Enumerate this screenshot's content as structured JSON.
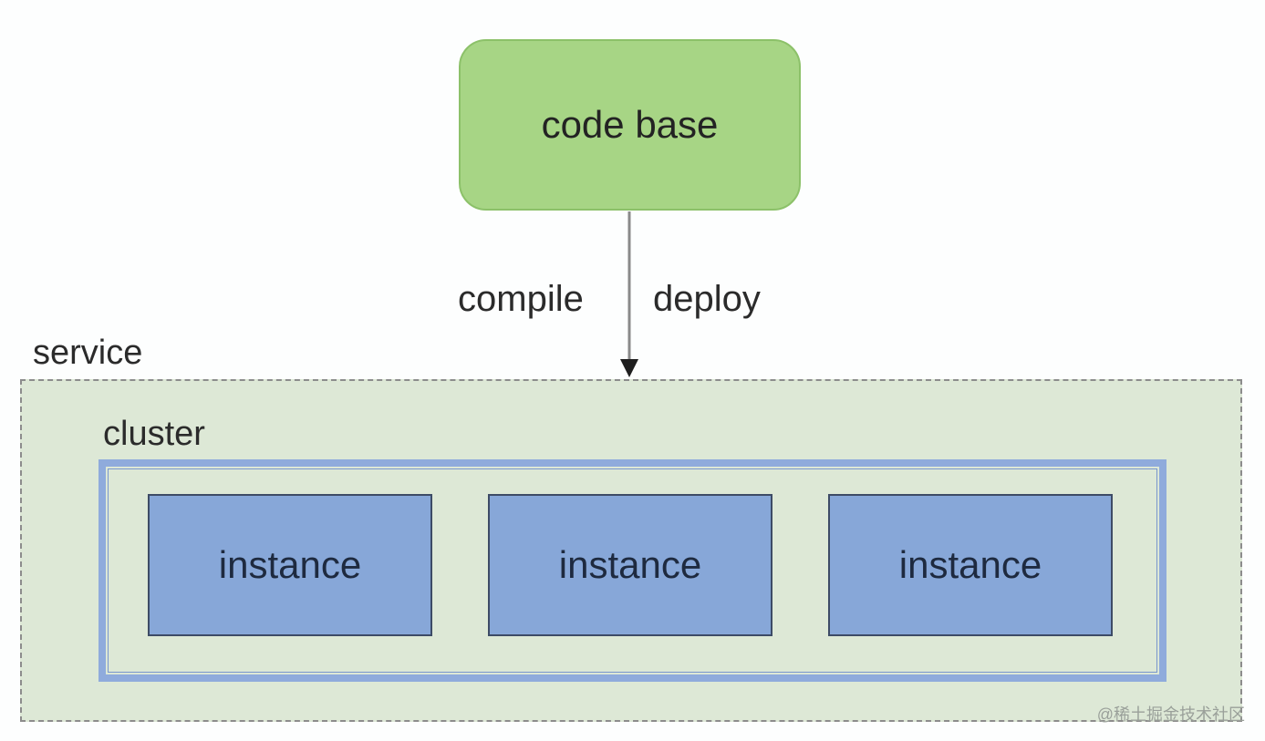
{
  "nodes": {
    "code_base": "code base",
    "service": "service",
    "cluster": "cluster",
    "instances": [
      "instance",
      "instance",
      "instance"
    ]
  },
  "edge": {
    "from": "code base",
    "to": "service",
    "left_label": "compile",
    "right_label": "deploy"
  },
  "watermark": "@稀土掘金技术社区",
  "colors": {
    "code_base_fill": "#a7d585",
    "service_fill": "#dde8d6",
    "cluster_border": "#8fabdc",
    "instance_fill": "#87a7d8"
  }
}
